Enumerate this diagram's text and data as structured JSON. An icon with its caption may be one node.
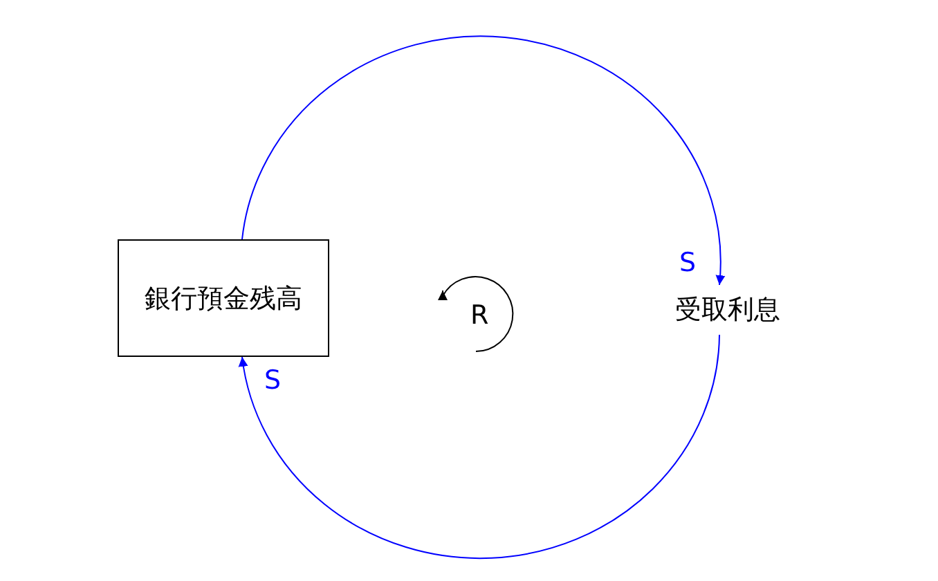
{
  "diagram": {
    "nodes": [
      {
        "text": [
          "銀行預金残高"
        ]
      },
      {
        "text": [
          "受取利息"
        ]
      }
    ],
    "edges": [
      {
        "from": 0,
        "to": 1,
        "arrow": "to",
        "label": "S",
        "color": "#0000ff"
      },
      {
        "from": 1,
        "to": 0,
        "arrow": "to",
        "label": "S",
        "color": "#0000ff"
      }
    ],
    "labels": [
      "R"
    ]
  }
}
